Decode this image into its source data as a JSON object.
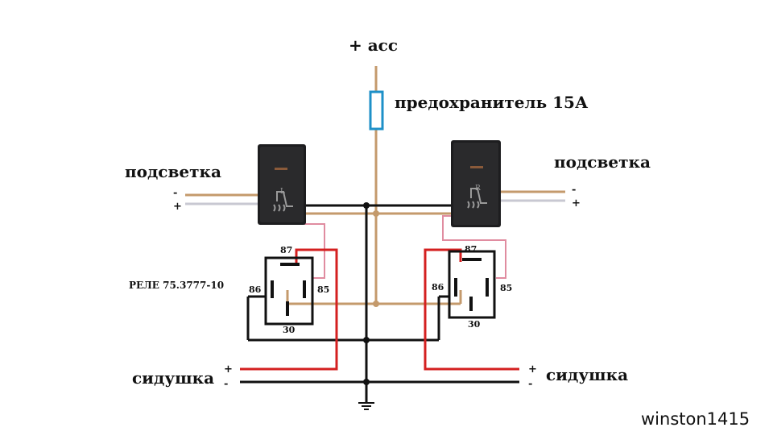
{
  "power": {
    "label": "+ acc"
  },
  "fuse": {
    "label": "предохранитель 15А"
  },
  "backlight_left": {
    "label": "подсветка",
    "minus": "-",
    "plus": "+"
  },
  "backlight_right": {
    "label": "подсветка",
    "minus": "-",
    "plus": "+"
  },
  "switch_left": {
    "letter": "L"
  },
  "switch_right": {
    "letter": "R"
  },
  "relay_left": {
    "name": "РЕЛЕ  75.3777-10",
    "pin87": "87",
    "pin86": "86",
    "pin85": "85",
    "pin30": "30"
  },
  "relay_right": {
    "pin87": "87",
    "pin86": "86",
    "pin85": "85",
    "pin30": "30"
  },
  "seat_left": {
    "label": "сидушка",
    "plus": "+",
    "minus": "-"
  },
  "seat_right": {
    "label": "сидушка",
    "plus": "+",
    "minus": "-"
  },
  "watermark": "winston1415",
  "colors": {
    "acc_wire": "#c49a6c",
    "fuse": "#1e90c8",
    "ground_wire": "#111111",
    "seat_plus_wire": "#d42020",
    "backlight_plus_wire": "#c8c8d2",
    "signal_wire": "#e08ca0"
  },
  "icons": [
    "fuse-icon",
    "switch-left-icon",
    "switch-right-icon",
    "seat-heat-icon",
    "ground-icon"
  ]
}
